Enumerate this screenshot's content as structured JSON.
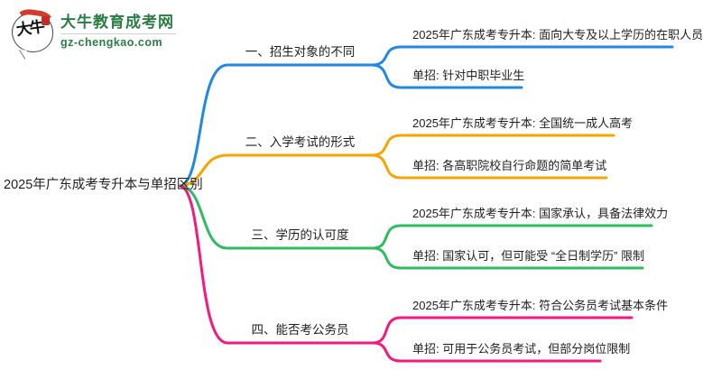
{
  "logo": {
    "icon_text": "大牛",
    "site_name": "大牛教育成考网",
    "site_url": "gz-chengkao.com",
    "brand_green": "#2b7d45",
    "brand_red": "#d23a2a"
  },
  "mindmap": {
    "root": "2025年广东成考专升本与单招区别",
    "branches": [
      {
        "label": "一、招生对象的不同",
        "color": "#1e88e5",
        "children": [
          {
            "text": "2025年广东成考专升本: 面向大专及以上学历的在职人员"
          },
          {
            "text": "单招: 针对中职毕业生"
          }
        ]
      },
      {
        "label": "二、入学考试的形式",
        "color": "#f7a400",
        "children": [
          {
            "text": "2025年广东成考专升本: 全国统一成人高考"
          },
          {
            "text": "单招: 各高职院校自行命题的简单考试"
          }
        ]
      },
      {
        "label": "三、学历的认可度",
        "color": "#2dbd60",
        "children": [
          {
            "text": "2025年广东成考专升本: 国家承认，具备法律效力"
          },
          {
            "text": "单招: 国家认可，但可能受 “全日制学历” 限制"
          }
        ]
      },
      {
        "label": "四、能否考公务员",
        "color": "#f5197d",
        "children": [
          {
            "text": "2025年广东成考专升本: 符合公务员考试基本条件"
          },
          {
            "text": "单招: 可用于公务员考试，但部分岗位限制"
          }
        ]
      }
    ]
  }
}
